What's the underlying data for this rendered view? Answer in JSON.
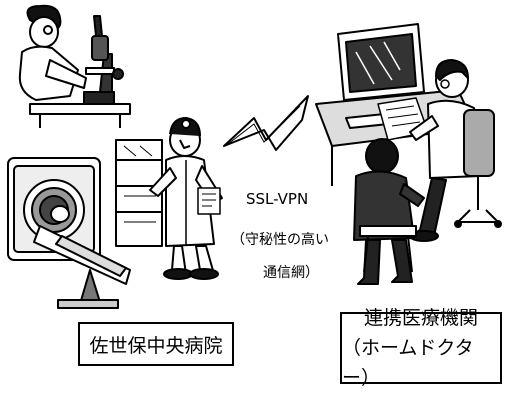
{
  "diagram": {
    "hospital": {
      "name": "佐世保中央病院"
    },
    "partner": {
      "name_line1": "連携医療機関",
      "name_line2": "（ホームドクター）"
    },
    "connection": {
      "protocol": "SSL-VPN",
      "description_line1": "（守秘性の高い",
      "description_line2": "通信網）"
    },
    "icons": {
      "lab_technician": "microscope-technician-icon",
      "ct_scanner": "ct-scanner-icon",
      "doctor": "doctor-icon",
      "lightning": "lightning-bolt-icon",
      "home_doctor": "home-doctor-computer-icon",
      "patient": "patient-icon"
    }
  }
}
